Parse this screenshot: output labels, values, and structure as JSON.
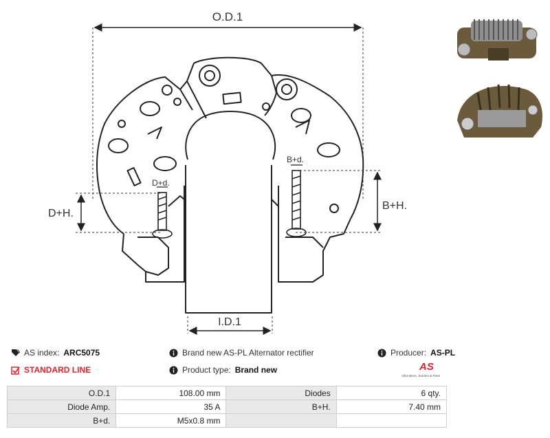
{
  "diagram": {
    "od_label": "O.D.1",
    "id_label": "I.D.1",
    "dh_label": "D+H.",
    "bh_label": "B+H.",
    "dd_label": "D+d.",
    "bd_label": "B+d."
  },
  "photos": [
    {
      "icon": "rectifier-photo-top"
    },
    {
      "icon": "rectifier-photo-bottom"
    }
  ],
  "info": {
    "as_index_label": "AS index:",
    "as_index_value": "ARC5075",
    "standard_line": "STANDARD LINE",
    "brand_label": "Brand new AS-PL Alternator rectifier",
    "product_type_label": "Product type:",
    "product_type_value": "Brand new",
    "producer_label": "Producer:",
    "producer_value": "AS-PL",
    "logo_text": "AS",
    "logo_sub": "Alternators, Starters & Parts"
  },
  "colors": {
    "accent": "#e3222a",
    "header_cell": "#e9e9e9",
    "border": "#cfcfcf"
  },
  "specs": {
    "rows": [
      {
        "k1": "O.D.1",
        "v1": "108.00 mm",
        "k2": "Diodes",
        "v2": "6 qty."
      },
      {
        "k1": "Diode Amp.",
        "v1": "35 A",
        "k2": "B+H.",
        "v2": "7.40 mm"
      },
      {
        "k1": "B+d.",
        "v1": "M5x0.8 mm",
        "k2": "",
        "v2": ""
      }
    ]
  }
}
